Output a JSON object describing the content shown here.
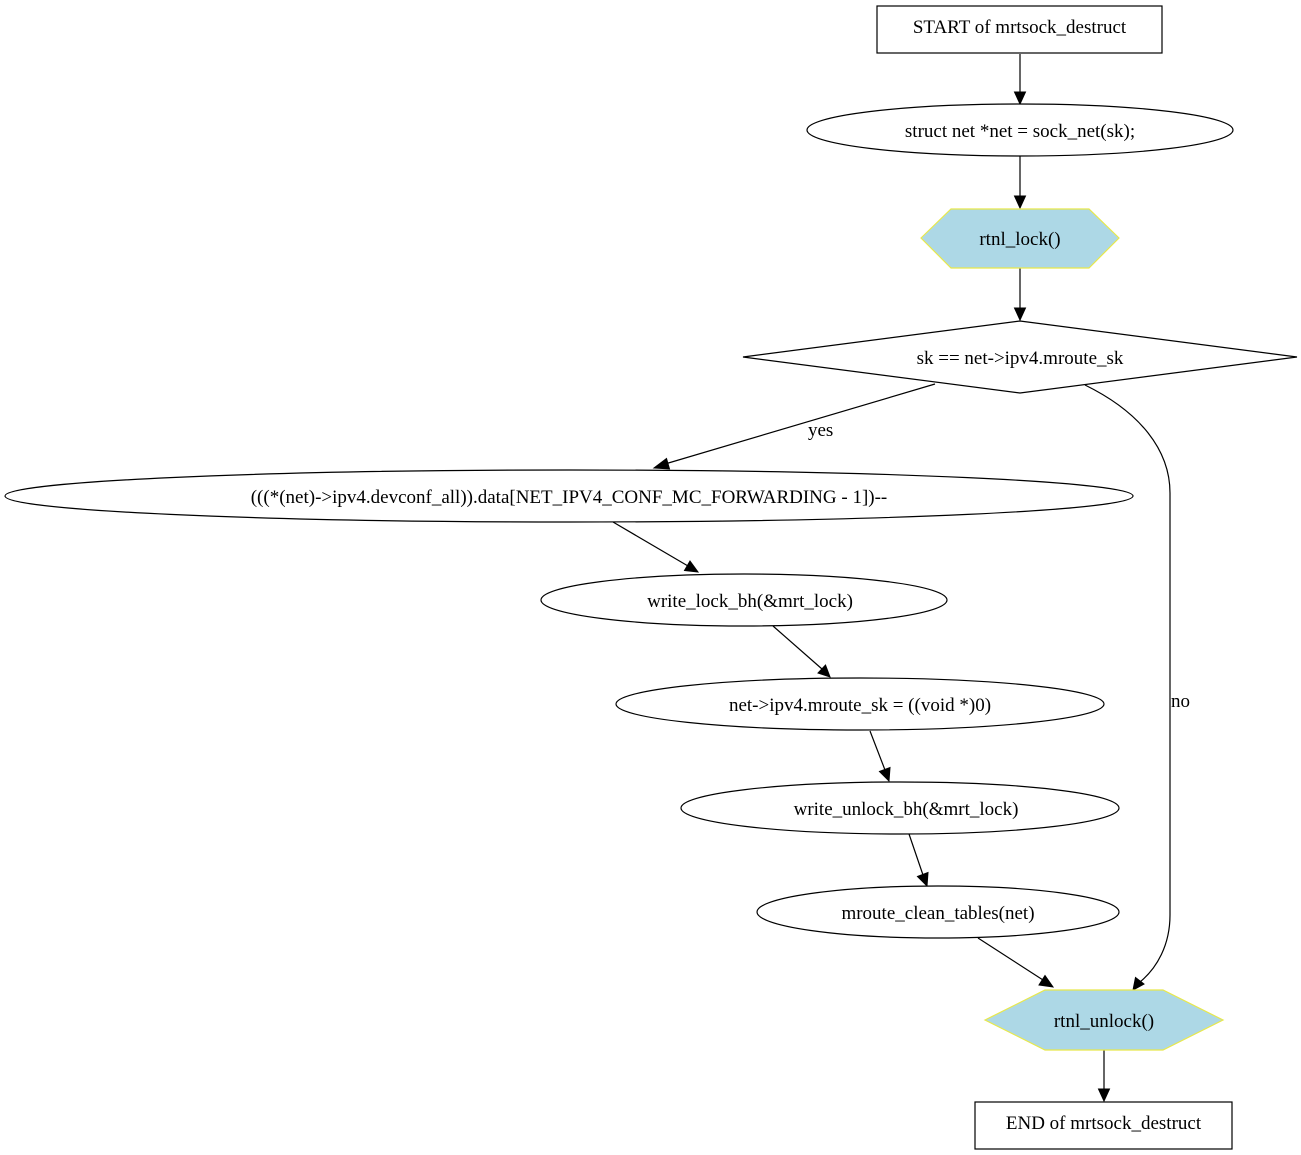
{
  "diagram": {
    "type": "flowchart",
    "nodes": [
      {
        "id": "start",
        "label": "START of mrtsock_destruct",
        "shape": "box"
      },
      {
        "id": "n1",
        "label": "struct net *net = sock_net(sk);",
        "shape": "ellipse"
      },
      {
        "id": "n2",
        "label": "rtnl_lock()",
        "shape": "hexagon"
      },
      {
        "id": "n3",
        "label": "sk == net->ipv4.mroute_sk",
        "shape": "diamond"
      },
      {
        "id": "n4",
        "label": "(((*(net)->ipv4.devconf_all)).data[NET_IPV4_CONF_MC_FORWARDING - 1])--",
        "shape": "ellipse"
      },
      {
        "id": "n5",
        "label": "write_lock_bh(&mrt_lock)",
        "shape": "ellipse"
      },
      {
        "id": "n6",
        "label": "net->ipv4.mroute_sk = ((void *)0)",
        "shape": "ellipse"
      },
      {
        "id": "n7",
        "label": "write_unlock_bh(&mrt_lock)",
        "shape": "ellipse"
      },
      {
        "id": "n8",
        "label": "mroute_clean_tables(net)",
        "shape": "ellipse"
      },
      {
        "id": "n9",
        "label": "rtnl_unlock()",
        "shape": "hexagon"
      },
      {
        "id": "end",
        "label": "END of mrtsock_destruct",
        "shape": "box"
      }
    ],
    "edges": [
      {
        "from": "start",
        "to": "n1",
        "label": ""
      },
      {
        "from": "n1",
        "to": "n2",
        "label": ""
      },
      {
        "from": "n2",
        "to": "n3",
        "label": ""
      },
      {
        "from": "n3",
        "to": "n4",
        "label": "yes"
      },
      {
        "from": "n3",
        "to": "n9",
        "label": "no"
      },
      {
        "from": "n4",
        "to": "n5",
        "label": ""
      },
      {
        "from": "n5",
        "to": "n6",
        "label": ""
      },
      {
        "from": "n6",
        "to": "n7",
        "label": ""
      },
      {
        "from": "n7",
        "to": "n8",
        "label": ""
      },
      {
        "from": "n8",
        "to": "n9",
        "label": ""
      },
      {
        "from": "n9",
        "to": "end",
        "label": ""
      }
    ],
    "colors": {
      "lock_fill": "#add8e6",
      "lock_border": "#e8e84a",
      "stroke": "#000000",
      "background": "#ffffff"
    }
  }
}
